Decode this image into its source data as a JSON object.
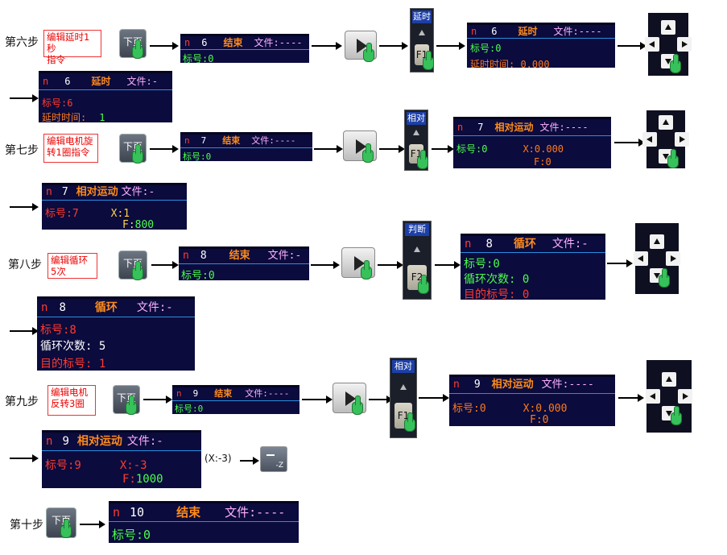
{
  "keys": {
    "down_label": "下页",
    "play_symbol": "play",
    "z_minus": "-",
    "z_label": "-Z"
  },
  "steps": [
    {
      "label": "第六步",
      "note": "编辑延时1秒\n指令",
      "p1": {
        "n": "n",
        "num": "6",
        "title": "结束",
        "file": "文件:----",
        "l1": "标号:0"
      },
      "fkey": {
        "top": "延时",
        "f": "F1"
      },
      "p2": {
        "n": "n",
        "num": "6",
        "title": "延时",
        "file": "文件:----",
        "l1": "标号:0",
        "l2": "延时时间:  0.000"
      },
      "p3": {
        "n": "n",
        "num": "6",
        "title": "延时",
        "file": "文件:-",
        "l1": "标号:6",
        "l2a": "延时时间:",
        "l2b": "1"
      }
    },
    {
      "label": "第七步",
      "note": "编辑电机旋\n转1圈指令",
      "p1": {
        "n": "n",
        "num": "7",
        "title": "结束",
        "file": "文件:----",
        "l1": "标号:0"
      },
      "fkey": {
        "top": "相对",
        "f": "F1"
      },
      "p2": {
        "n": "n",
        "num": "7",
        "title": "相对运动",
        "file": "文件:----",
        "l1": "标号:0",
        "x": "X:0.000",
        "f": "F:0"
      },
      "p3": {
        "n": "n",
        "num": "7",
        "title": "相对运动",
        "file": "文件:-",
        "l1": "标号:7",
        "x": "X:1",
        "fa": "F:",
        "fb": "800"
      }
    },
    {
      "label": "第八步",
      "note": "编辑循环\n5次",
      "p1": {
        "n": "n",
        "num": "8",
        "title": "结束",
        "file": "文件:-",
        "l1": "标号:0"
      },
      "fkey": {
        "top": "判断",
        "f": "F2"
      },
      "p2": {
        "n": "n",
        "num": "8",
        "title": "循环",
        "file": "文件:-",
        "l1": "标号:0",
        "l2": "循环次数: 0",
        "l3": "目的标号: 0"
      },
      "p3": {
        "n": "n",
        "num": "8",
        "title": "循环",
        "file": "文件:-",
        "l1": "标号:8",
        "l2": "循环次数: 5",
        "l3": "目的标号: 1"
      }
    },
    {
      "label": "第九步",
      "note": "编辑电机\n反转3圈",
      "p1": {
        "n": "n",
        "num": "9",
        "title": "结束",
        "file": "文件:----",
        "l1": "标号:0"
      },
      "fkey": {
        "top": "相对",
        "f": "F1"
      },
      "p2": {
        "n": "n",
        "num": "9",
        "title": "相对运动",
        "file": "文件:----",
        "l1": "标号:0",
        "x": "X:0.000",
        "f": "F:0"
      },
      "p3": {
        "n": "n",
        "num": "9",
        "title": "相对运动",
        "file": "文件:-",
        "l1": "标号:9",
        "x": "X:-3",
        "fa": "F:",
        "fb": "1000"
      },
      "extra": "(X:-3)"
    },
    {
      "label": "第十步",
      "p1": {
        "n": "n",
        "num": "10",
        "title": "结束",
        "file": "文件:----",
        "l1": "标号:0"
      }
    }
  ]
}
